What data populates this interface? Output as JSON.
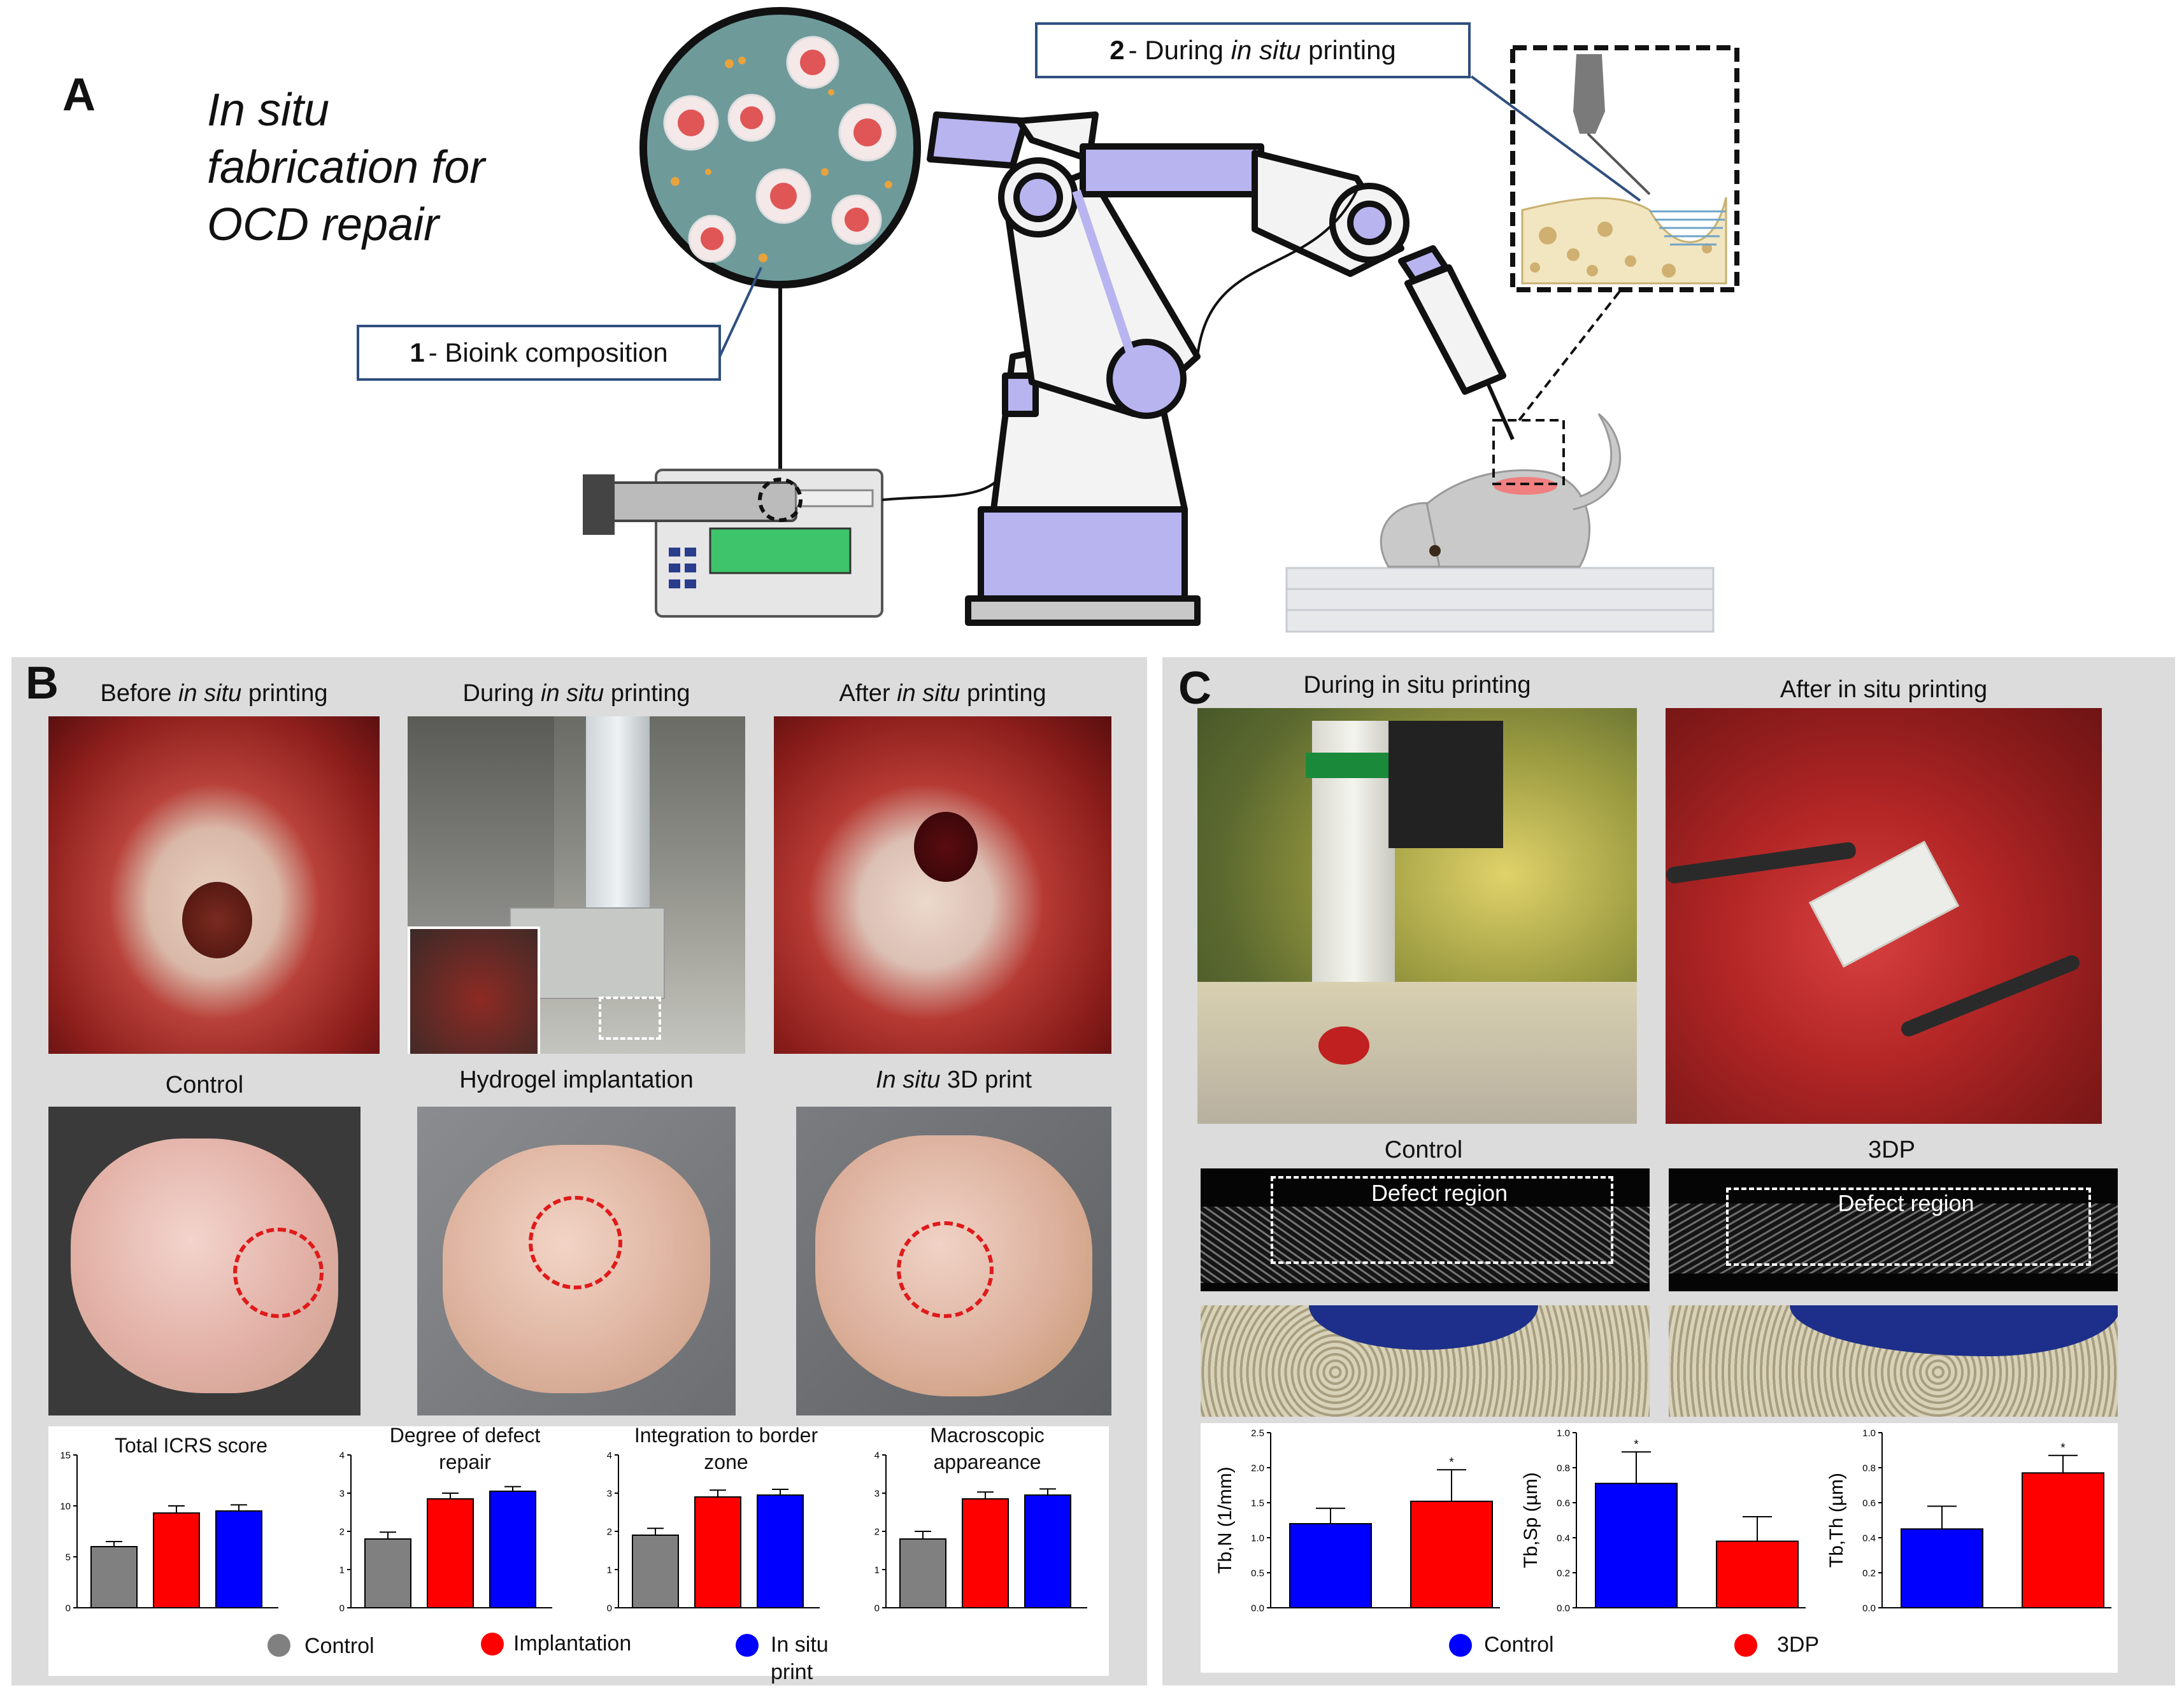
{
  "panel_a": {
    "letter": "A",
    "title_lines": [
      "In situ",
      "fabrication for",
      "OCD repair"
    ],
    "callout1_num": "1",
    "callout1_text": "- Bioink composition",
    "callout2_num": "2",
    "callout2_pre": "- During ",
    "callout2_ital": "in situ",
    "callout2_post": " printing"
  },
  "panel_b": {
    "letter": "B",
    "photo_captions": [
      {
        "pre": "Before ",
        "ital": "in situ",
        "post": " printing"
      },
      {
        "pre": "During ",
        "ital": "in situ",
        "post": " printing"
      },
      {
        "pre": "After ",
        "ital": "in situ",
        "post": " printing"
      }
    ],
    "sample_captions": [
      {
        "pre": "Control",
        "ital": "",
        "post": ""
      },
      {
        "pre": "Hydrogel implantation",
        "ital": "",
        "post": ""
      },
      {
        "pre": "",
        "ital": "In situ",
        "post": " 3D print"
      }
    ],
    "legend": [
      {
        "label": "Control",
        "color": "#808080"
      },
      {
        "label": "Implantation",
        "color": "#ff0000"
      },
      {
        "label": "In situ print",
        "color": "#0000ff"
      }
    ]
  },
  "panel_c": {
    "letter": "C",
    "photo_captions": [
      "During in situ printing",
      "After in situ printing"
    ],
    "ct_labels": [
      "Control",
      "3DP"
    ],
    "defect_label": "Defect region",
    "legend": [
      {
        "label": "Control",
        "color": "#0000ff"
      },
      {
        "label": "3DP",
        "color": "#ff0000"
      }
    ]
  },
  "chart_data": [
    {
      "type": "bar",
      "title": "Total ICRS score",
      "categories": [
        "Control",
        "Implantation",
        "In situ print"
      ],
      "values": [
        6,
        9.3,
        9.5
      ],
      "errors": [
        0.5,
        0.7,
        0.6
      ],
      "ylim": [
        0,
        15
      ],
      "yticks": [
        "0",
        "5",
        "10",
        "15"
      ],
      "colors": [
        "#808080",
        "#ff0000",
        "#0000ff"
      ]
    },
    {
      "type": "bar",
      "title": "Degree of defect repair",
      "categories": [
        "Control",
        "Implantation",
        "In situ print"
      ],
      "values": [
        1.8,
        2.85,
        3.05
      ],
      "errors": [
        0.18,
        0.15,
        0.12
      ],
      "ylim": [
        0,
        4
      ],
      "yticks": [
        "0",
        "1",
        "2",
        "3",
        "4"
      ],
      "colors": [
        "#808080",
        "#ff0000",
        "#0000ff"
      ]
    },
    {
      "type": "bar",
      "title": "Integration to border zone",
      "categories": [
        "Control",
        "Implantation",
        "In situ print"
      ],
      "values": [
        1.9,
        2.9,
        2.95
      ],
      "errors": [
        0.18,
        0.18,
        0.15
      ],
      "ylim": [
        0,
        4
      ],
      "yticks": [
        "0",
        "1",
        "2",
        "3",
        "4"
      ],
      "colors": [
        "#808080",
        "#ff0000",
        "#0000ff"
      ]
    },
    {
      "type": "bar",
      "title": "Macroscopic appareance",
      "categories": [
        "Control",
        "Implantation",
        "In situ print"
      ],
      "values": [
        1.8,
        2.85,
        2.95
      ],
      "errors": [
        0.2,
        0.18,
        0.16
      ],
      "ylim": [
        0,
        4
      ],
      "yticks": [
        "0",
        "1",
        "2",
        "3",
        "4"
      ],
      "colors": [
        "#808080",
        "#ff0000",
        "#0000ff"
      ]
    },
    {
      "type": "bar",
      "title": "",
      "ylabel": "Tb,N (1/mm)",
      "categories": [
        "Control",
        "3DP"
      ],
      "values": [
        1.2,
        1.52
      ],
      "errors": [
        0.22,
        0.45
      ],
      "star": [
        false,
        true
      ],
      "ylim": [
        0,
        2.5
      ],
      "yticks": [
        "0.0",
        "0.5",
        "1.0",
        "1.5",
        "2.0",
        "2.5"
      ],
      "colors": [
        "#0000ff",
        "#ff0000"
      ]
    },
    {
      "type": "bar",
      "title": "",
      "ylabel": "Tb,Sp (µm)",
      "categories": [
        "Control",
        "3DP"
      ],
      "values": [
        0.71,
        0.38
      ],
      "errors": [
        0.18,
        0.14
      ],
      "star": [
        true,
        false
      ],
      "ylim": [
        0,
        1.0
      ],
      "yticks": [
        "0.0",
        "0.2",
        "0.4",
        "0.6",
        "0.8",
        "1.0"
      ],
      "colors": [
        "#0000ff",
        "#ff0000"
      ]
    },
    {
      "type": "bar",
      "title": "",
      "ylabel": "Tb,Th (µm)",
      "categories": [
        "Control",
        "3DP"
      ],
      "values": [
        0.45,
        0.77
      ],
      "errors": [
        0.13,
        0.1
      ],
      "star": [
        false,
        true
      ],
      "ylim": [
        0,
        1.0
      ],
      "yticks": [
        "0.0",
        "0.2",
        "0.4",
        "0.6",
        "0.8",
        "1.0"
      ],
      "colors": [
        "#0000ff",
        "#ff0000"
      ]
    }
  ]
}
